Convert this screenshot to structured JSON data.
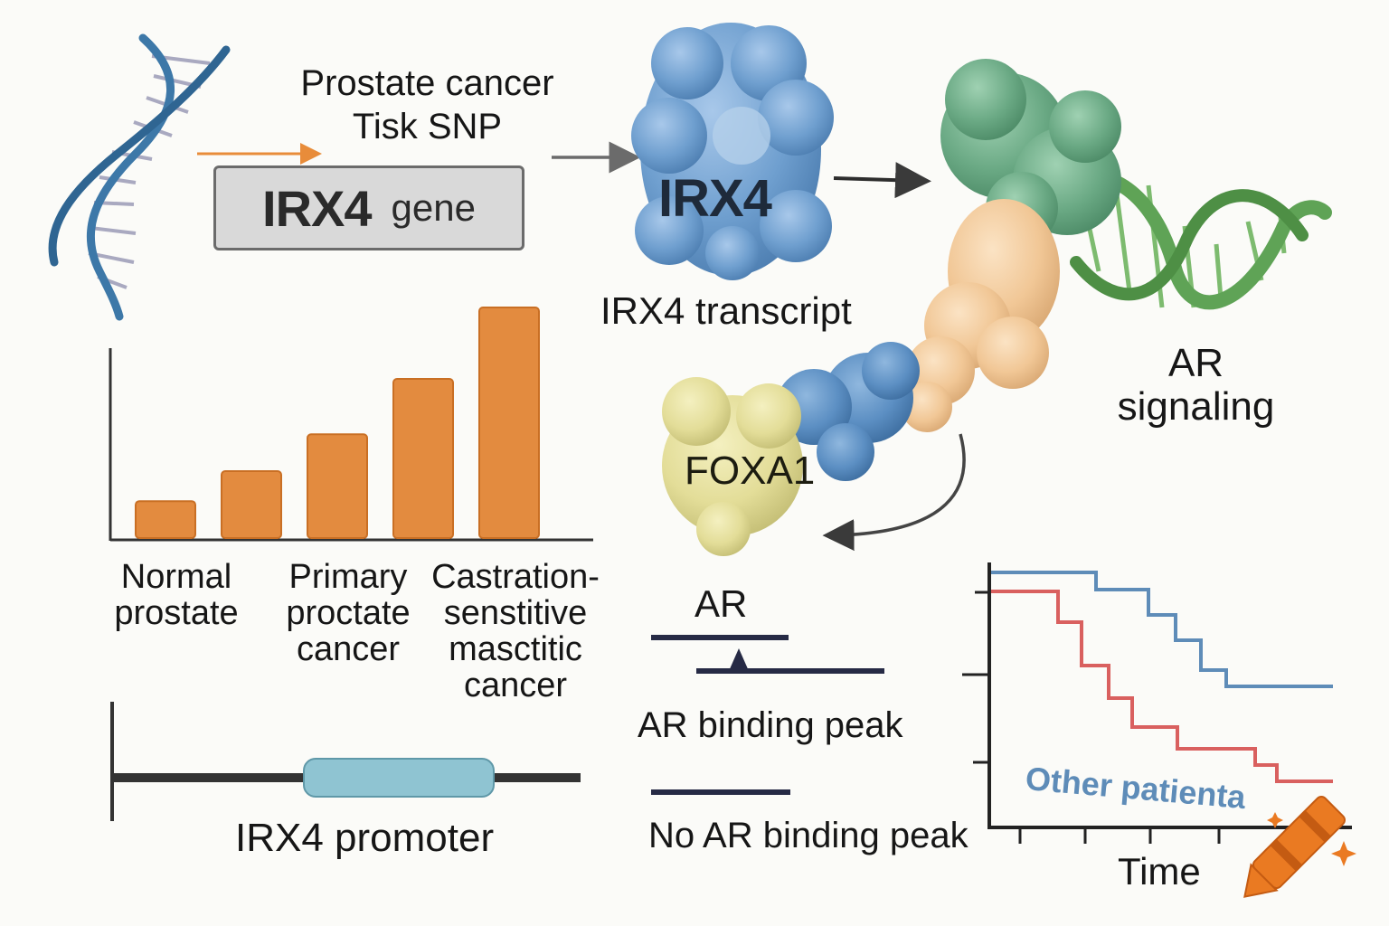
{
  "header": {
    "snp_label_line1": "Prostate cancer",
    "snp_label_line2": "Tisk SNP",
    "gene_symbol": "IRX4",
    "gene_word": "gene"
  },
  "proteins": {
    "irx4_label": "IRX4",
    "irx4_caption": "IRX4 transcript",
    "foxa1_label": "FOXA1",
    "ar_signaling_line1": "AR",
    "ar_signaling_line2": "signaling"
  },
  "chart_data": {
    "type": "bar",
    "categories": [
      "Normal prostate",
      "",
      "Primary proctate cancer",
      "",
      "Castration-senstitive masctitic cancer"
    ],
    "category_label_lines": [
      [
        "Normal",
        "prostate"
      ],
      [
        "Primary",
        "proctate",
        "cancer"
      ],
      [
        "Castration-",
        "senstitive",
        "masctitic",
        "cancer"
      ]
    ],
    "values": [
      16,
      29,
      45,
      69,
      100
    ],
    "ylim": [
      0,
      100
    ],
    "colors": {
      "bar": "#e38b3f",
      "bar_edge": "#c96f24"
    }
  },
  "promoter": {
    "label": "IRX4 promoter"
  },
  "ar_binding": {
    "ar_label": "AR",
    "peak_label": "AR binding peak",
    "no_peak_label": "No AR binding peak"
  },
  "survival": {
    "annotation": "Other patienta",
    "x_label": "Time",
    "colors": {
      "upper_curve": "#5e8cb8",
      "lower_curve": "#d9605f"
    }
  },
  "colors": {
    "dna_blue": "#3d78a8",
    "irx4_protein": "#6f9fcf",
    "ar_green": "#6aa984",
    "dna_green": "#5fa356",
    "peach": "#f1c796",
    "foxa1_yellow": "#e3dd98",
    "arrow_orange": "#e88c3a"
  },
  "icons": [
    "dna-helix-icon",
    "crayon-icon",
    "sparkle-icon"
  ]
}
